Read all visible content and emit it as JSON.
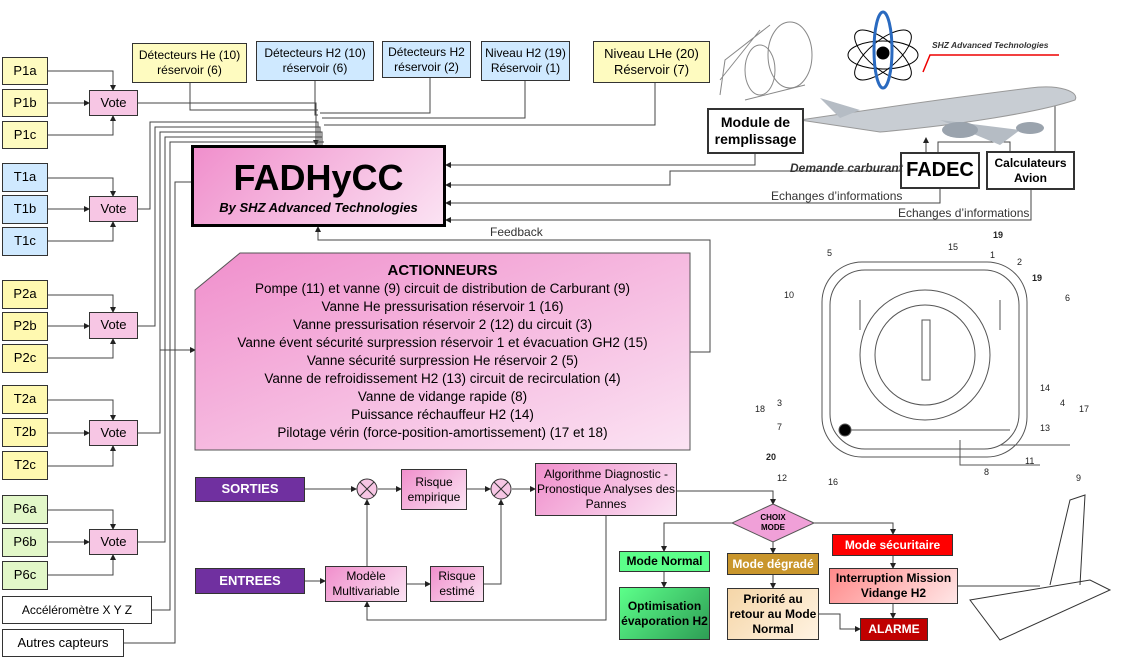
{
  "sensors": {
    "p1": [
      "P1a",
      "P1b",
      "P1c"
    ],
    "t1": [
      "T1a",
      "T1b",
      "T1c"
    ],
    "p2": [
      "P2a",
      "P2b",
      "P2c"
    ],
    "t2": [
      "T2a",
      "T2b",
      "T2c"
    ],
    "p6": [
      "P6a",
      "P6b",
      "P6c"
    ],
    "accel": "Accéléromètre X Y Z",
    "others": "Autres capteurs"
  },
  "vote": "Vote",
  "top": [
    "Détecteurs He  (10) réservoir (6)",
    "Détecteurs H2 (10) réservoir (6)",
    "Détecteurs H2 réservoir (2)",
    "Niveau H2 (19) Réservoir (1)",
    "Niveau LHe (20) Réservoir (7)"
  ],
  "fadhycc": {
    "title": "FADHyCC",
    "subtitle": "By SHZ Advanced Technologies"
  },
  "actionneurs": {
    "title": "ACTIONNEURS",
    "items": [
      "Pompe (11) et vanne (9) circuit de distribution de Carburant (9)",
      "Vanne He pressurisation réservoir 1 (16)",
      "Vanne pressurisation réservoir 2 (12) du circuit (3)",
      "Vanne évent sécurité surpression réservoir 1 et évacuation GH2 (15)",
      "Vanne sécurité surpression He réservoir 2 (5)",
      "Vanne de refroidissement H2 (13) circuit de recirculation (4)",
      "Vanne de vidange rapide (8)",
      "Puissance réchauffeur H2 (14)",
      "Pilotage vérin (force-position-amortissement) (17 et 18)"
    ]
  },
  "feedback": "Feedback",
  "module": "Module de remplissage",
  "fadec": "FADEC",
  "calc": "Calculateurs Avion",
  "demande": "Demande carburant",
  "echanges": "Echanges d’informations",
  "logo": "SHZ Advanced Technologies",
  "sorties": "SORTIES",
  "entrees": "ENTREES",
  "risque_emp": "Risque empirique",
  "modele": "Modèle Multivariable",
  "risque_est": "Risque estimé",
  "algo": "Algorithme Diagnostic - Pronostique Analyses des Pannes",
  "choix": "CHOIX MODE",
  "modes": {
    "normal": "Mode Normal",
    "optim": "Optimisation évaporation H2",
    "degrade": "Mode dégradé",
    "priorite": "Priorité au retour au Mode Normal",
    "secu": "Mode sécuritaire",
    "interruption": "Interruption Mission Vidange H2",
    "alarme": "ALARME"
  },
  "drawing_labels": [
    "5",
    "15",
    "19",
    "1",
    "2",
    "19",
    "6",
    "10",
    "3",
    "18",
    "7",
    "20",
    "12",
    "16",
    "8",
    "11",
    "9",
    "17",
    "4",
    "14",
    "13"
  ],
  "colors": {
    "purple": "#7030a0",
    "green": "#5cff8a",
    "gold": "#c9962c",
    "red": "#ff0000",
    "darkred": "#c00000"
  }
}
